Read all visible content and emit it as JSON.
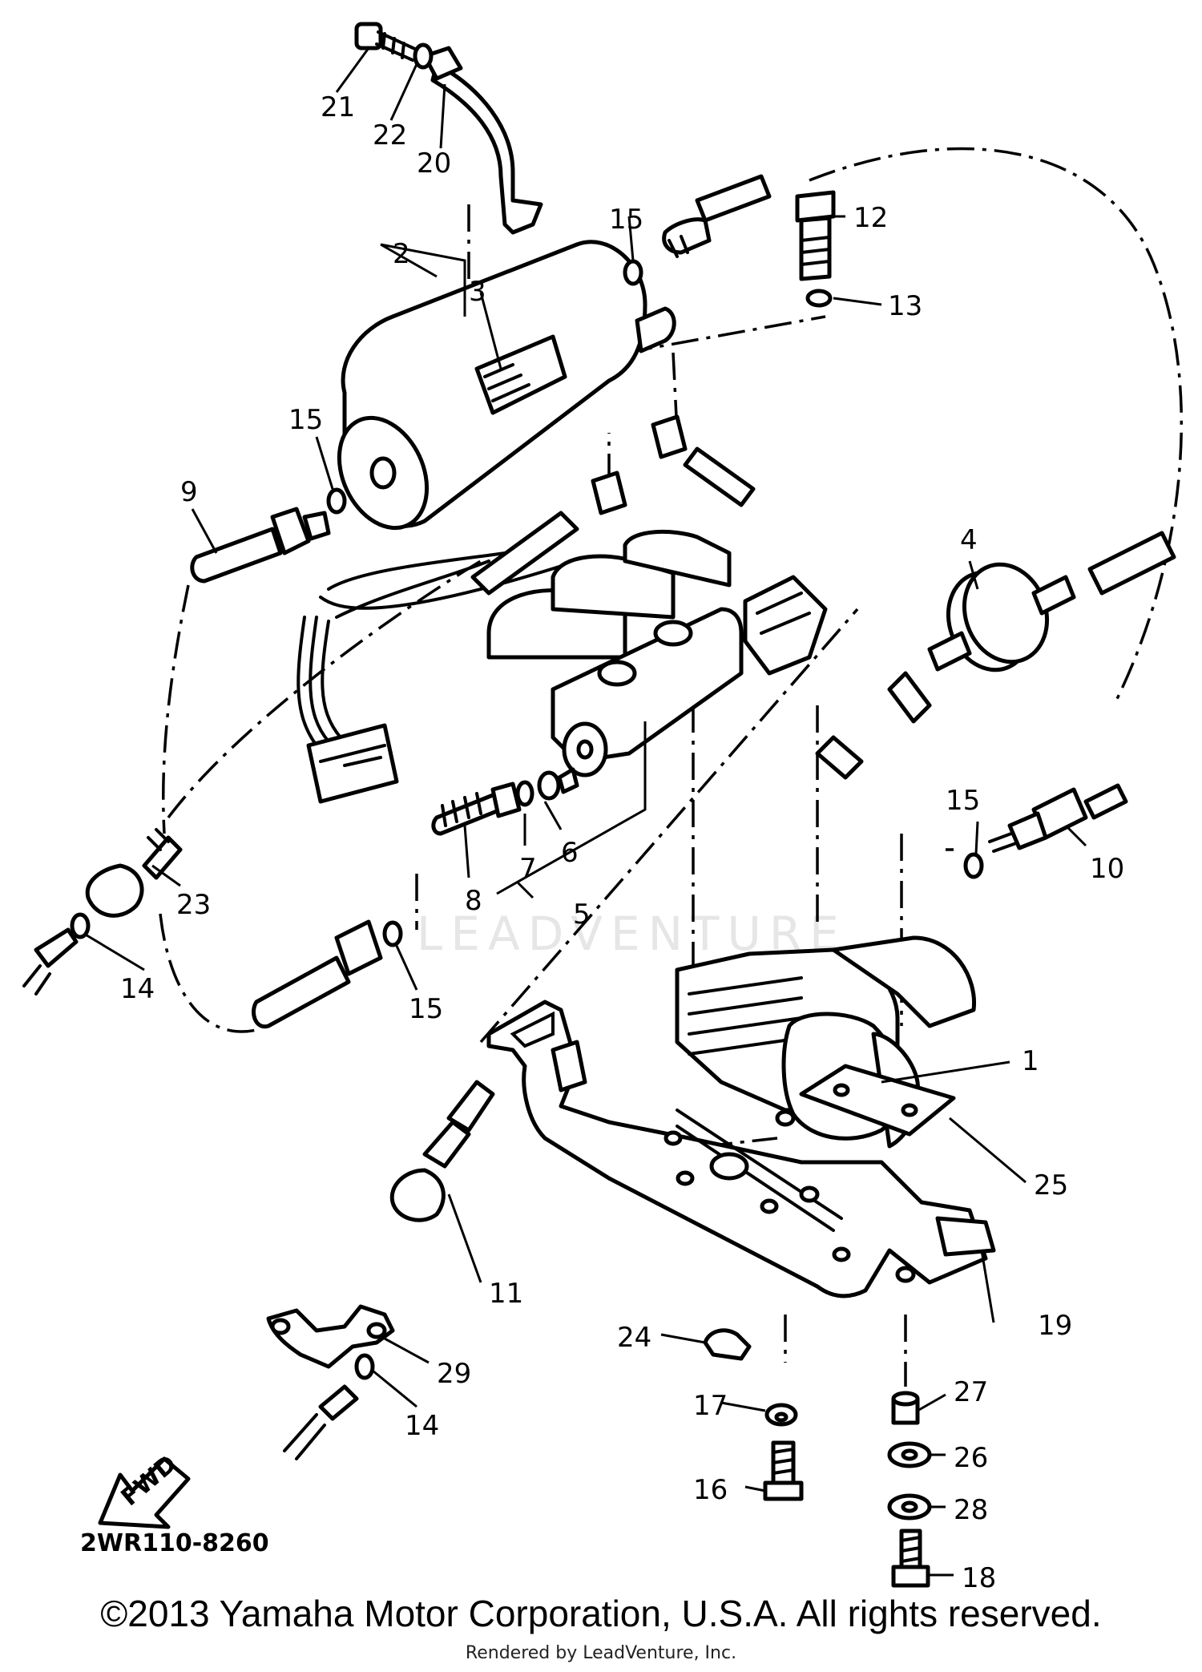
{
  "diagram": {
    "part_numbers": [
      "1",
      "2",
      "3",
      "4",
      "5",
      "6",
      "7",
      "8",
      "9",
      "10",
      "11",
      "12",
      "13",
      "14",
      "15",
      "16",
      "17",
      "18",
      "19",
      "20",
      "21",
      "22",
      "23",
      "24",
      "25",
      "26",
      "27",
      "28",
      "29"
    ],
    "callouts": [
      {
        "id": "1",
        "label": "1"
      },
      {
        "id": "2",
        "label": "2"
      },
      {
        "id": "3",
        "label": "3"
      },
      {
        "id": "4",
        "label": "4"
      },
      {
        "id": "5",
        "label": "5"
      },
      {
        "id": "6",
        "label": "6"
      },
      {
        "id": "7",
        "label": "7"
      },
      {
        "id": "8",
        "label": "8"
      },
      {
        "id": "9",
        "label": "9"
      },
      {
        "id": "10",
        "label": "10"
      },
      {
        "id": "11",
        "label": "11"
      },
      {
        "id": "12",
        "label": "12"
      },
      {
        "id": "13",
        "label": "13"
      },
      {
        "id": "14a",
        "label": "14"
      },
      {
        "id": "14b",
        "label": "14"
      },
      {
        "id": "15a",
        "label": "15"
      },
      {
        "id": "15b",
        "label": "15"
      },
      {
        "id": "15c",
        "label": "15"
      },
      {
        "id": "15d",
        "label": "15"
      },
      {
        "id": "16",
        "label": "16"
      },
      {
        "id": "17",
        "label": "17"
      },
      {
        "id": "18",
        "label": "18"
      },
      {
        "id": "19",
        "label": "19"
      },
      {
        "id": "20",
        "label": "20"
      },
      {
        "id": "21",
        "label": "21"
      },
      {
        "id": "22",
        "label": "22"
      },
      {
        "id": "23",
        "label": "23"
      },
      {
        "id": "24",
        "label": "24"
      },
      {
        "id": "25",
        "label": "25"
      },
      {
        "id": "26",
        "label": "26"
      },
      {
        "id": "27",
        "label": "27"
      },
      {
        "id": "28",
        "label": "28"
      },
      {
        "id": "29",
        "label": "29"
      }
    ],
    "fwd_label": "FWD",
    "diagram_code": "2WR110-8260",
    "watermark": "LEADVENTURE"
  },
  "footer": {
    "copyright": "©2013 Yamaha Motor Corporation, U.S.A. All rights reserved.",
    "rendered_by": "Rendered by LeadVenture, Inc."
  }
}
